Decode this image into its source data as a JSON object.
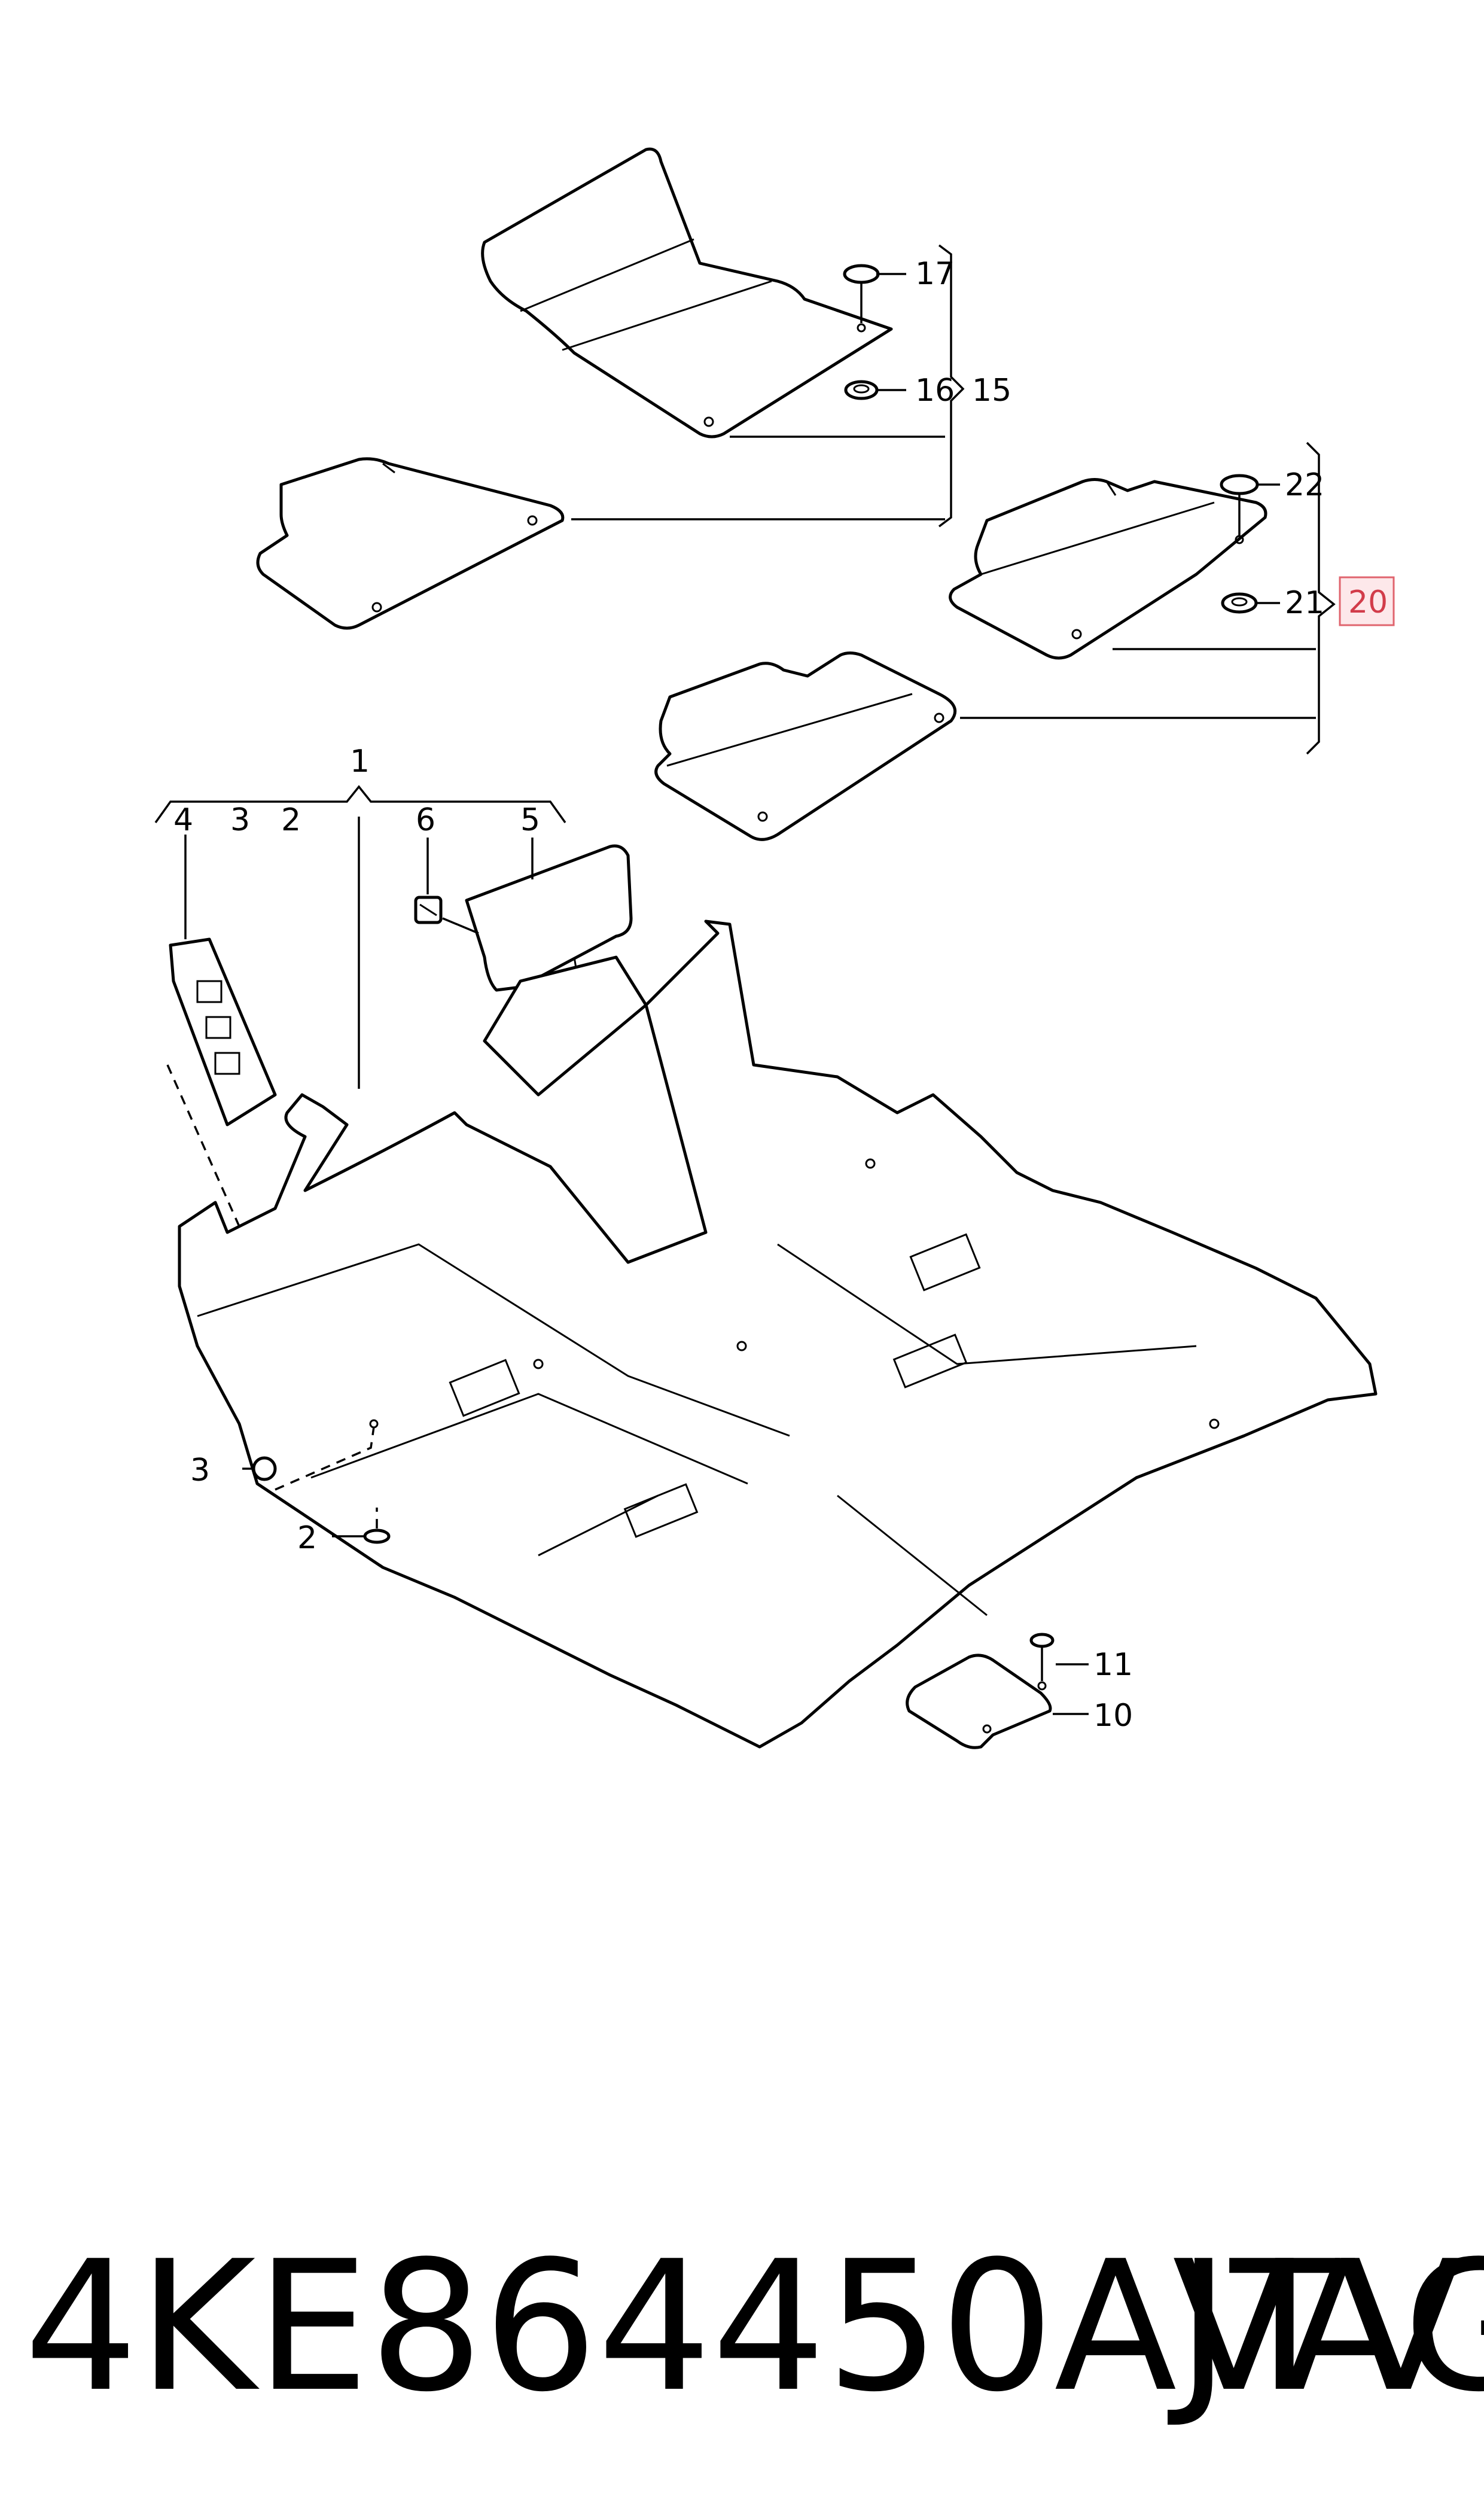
{
  "callouts": {
    "c1": "1",
    "c2a": "2",
    "c2b": "2",
    "c3a": "3",
    "c3b": "3",
    "c4": "4",
    "c5": "5",
    "c6": "6",
    "c10": "10",
    "c11": "11",
    "c15": "15",
    "c16": "16",
    "c17": "17",
    "c20": "20",
    "c21": "21",
    "c22": "22"
  },
  "highlight": {
    "label": "20",
    "color": "#e0646e"
  },
  "footer": {
    "part_number": "4KE864450AJTV",
    "brand": "VAG"
  }
}
